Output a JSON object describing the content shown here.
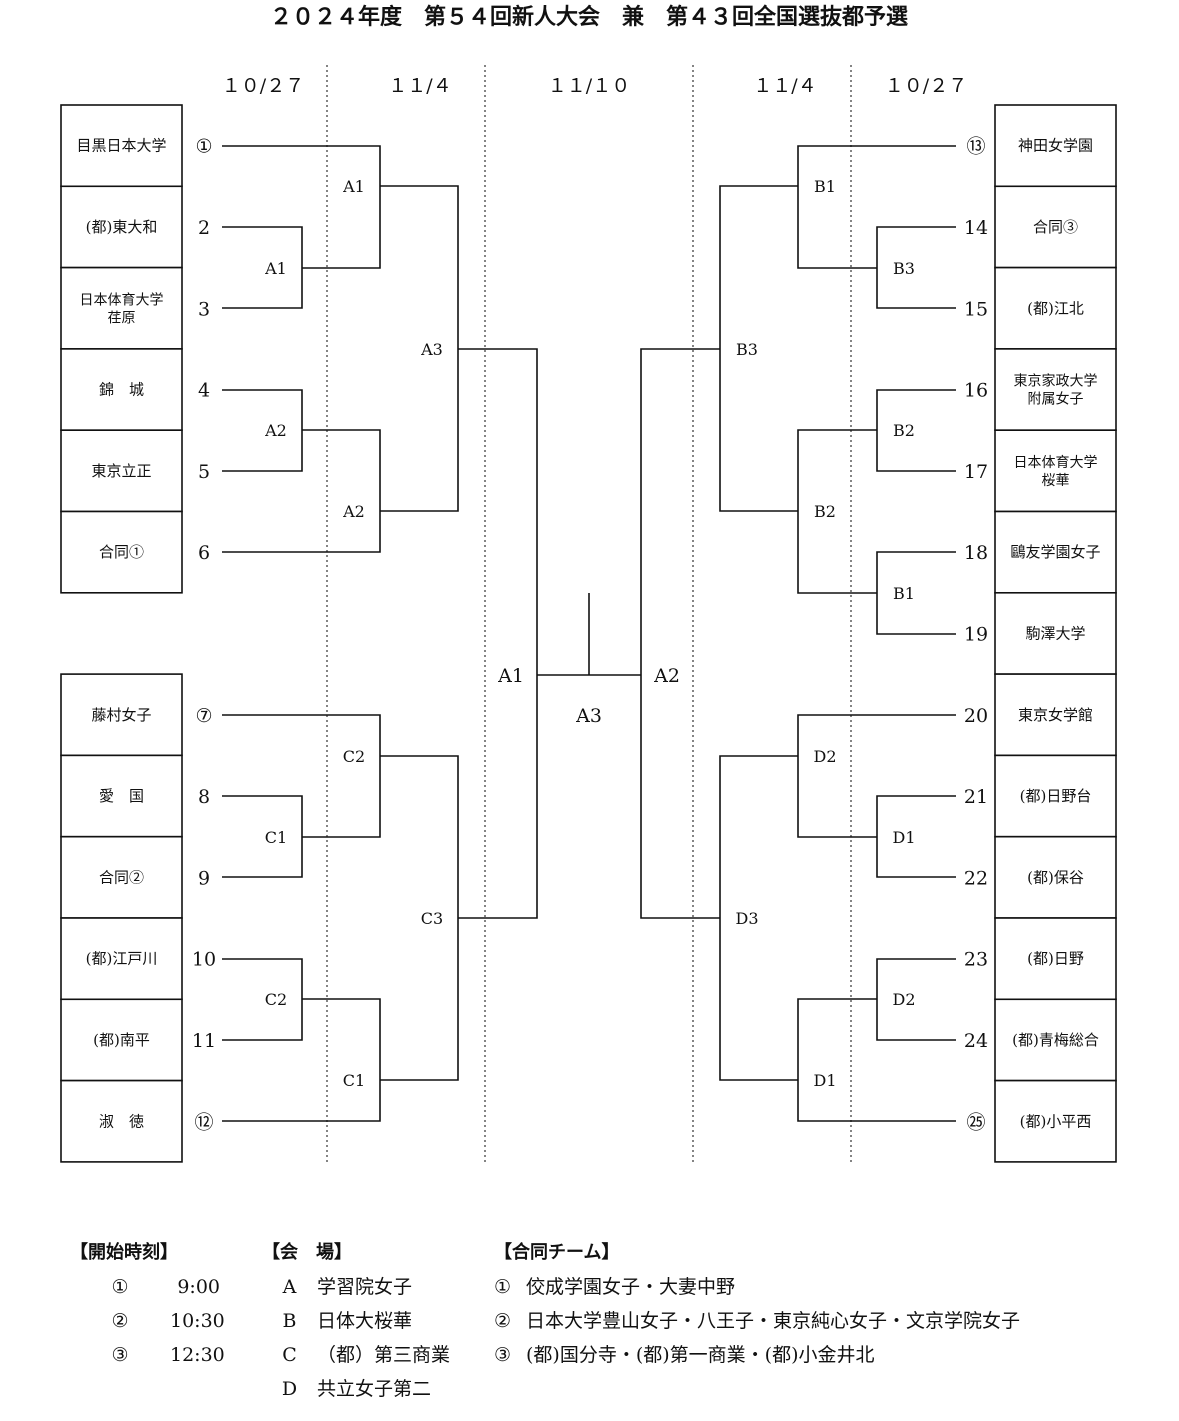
{
  "title": "２０２４年度　第５４回新人大会　兼　第４３回全国選抜都予選",
  "dates": {
    "left_r1": "１０/２７",
    "left_r2": "１１/４",
    "final": "１１/１０",
    "right_r2": "１１/４",
    "right_r1": "１０/２７"
  },
  "teams_left": [
    {
      "num": "①",
      "name": "目黒日本大学"
    },
    {
      "num": "2",
      "name": "(都)東大和"
    },
    {
      "num": "3",
      "name": "日本体育大学\n荏原"
    },
    {
      "num": "4",
      "name": "錦　城"
    },
    {
      "num": "5",
      "name": "東京立正"
    },
    {
      "num": "6",
      "name": "合同①"
    },
    {
      "num": "⑦",
      "name": "藤村女子"
    },
    {
      "num": "8",
      "name": "愛　国"
    },
    {
      "num": "9",
      "name": "合同②"
    },
    {
      "num": "10",
      "name": "(都)江戸川"
    },
    {
      "num": "11",
      "name": "(都)南平"
    },
    {
      "num": "⑫",
      "name": "淑　徳"
    }
  ],
  "teams_right": [
    {
      "num": "⑬",
      "name": "神田女学園"
    },
    {
      "num": "14",
      "name": "合同③"
    },
    {
      "num": "15",
      "name": "(都)江北"
    },
    {
      "num": "16",
      "name": "東京家政大学\n附属女子"
    },
    {
      "num": "17",
      "name": "日本体育大学\n桜華"
    },
    {
      "num": "18",
      "name": "鷗友学園女子"
    },
    {
      "num": "19",
      "name": "駒澤大学"
    },
    {
      "num": "20",
      "name": "東京女学館"
    },
    {
      "num": "21",
      "name": "(都)日野台"
    },
    {
      "num": "22",
      "name": "(都)保谷"
    },
    {
      "num": "23",
      "name": "(都)日野"
    },
    {
      "num": "24",
      "name": "(都)青梅総合"
    },
    {
      "num": "㉕",
      "name": "(都)小平西"
    }
  ],
  "match_labels": {
    "l_r1_a": "A1",
    "l_r1_b": "A2",
    "l_r1_c": "C1",
    "l_r1_d": "C2",
    "l_r2_a": "A1",
    "l_r2_b": "A2",
    "l_r2_c": "C2",
    "l_r2_d": "C1",
    "l_r3_a": "A3",
    "l_r3_c": "C3",
    "r_r1_a": "B3",
    "r_r1_b": "B2",
    "r_r1_c": "B1",
    "r_r1_d": "D1",
    "r_r1_e": "D2",
    "r_r2_a": "B1",
    "r_r2_b": "B2",
    "r_r2_c": "D2",
    "r_r2_d": "D1",
    "r_r3_b": "B3",
    "r_r3_d": "D3",
    "semi_left": "A1",
    "semi_right": "A2",
    "final": "A3"
  },
  "legend": {
    "times": {
      "heading": "【開始時刻】",
      "items": [
        {
          "k": "①",
          "v": "9:00"
        },
        {
          "k": "②",
          "v": "10:30"
        },
        {
          "k": "③",
          "v": "12:30"
        }
      ]
    },
    "venues": {
      "heading": "【会　場】",
      "items": [
        {
          "k": "A",
          "v": "学習院女子"
        },
        {
          "k": "B",
          "v": "日体大桜華"
        },
        {
          "k": "C",
          "v": "（都）第三商業"
        },
        {
          "k": "D",
          "v": "共立女子第二"
        }
      ]
    },
    "joint": {
      "heading": "【合同チーム】",
      "items": [
        {
          "k": "①",
          "v": "佼成学園女子・大妻中野"
        },
        {
          "k": "②",
          "v": "日本大学豊山女子・八王子・東京純心女子・文京学院女子"
        },
        {
          "k": "③",
          "v": "(都)国分寺・(都)第一商業・(都)小金井北"
        }
      ]
    }
  }
}
